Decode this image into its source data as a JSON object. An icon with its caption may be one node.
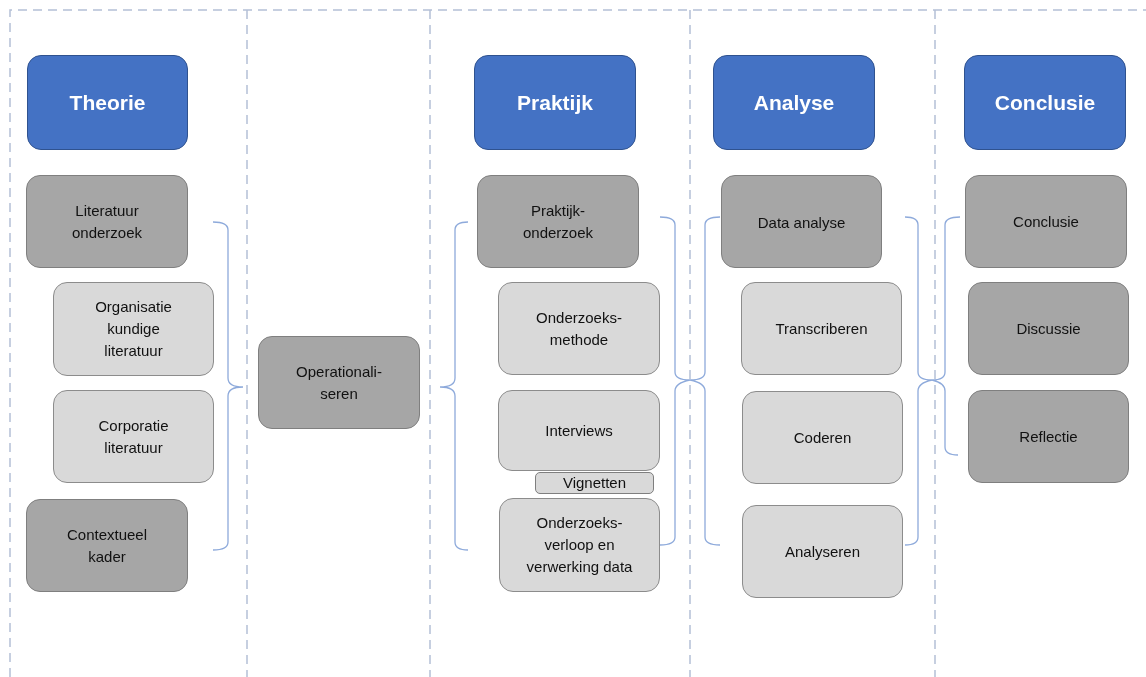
{
  "diagram": {
    "nodes": [
      {
        "text": [
          "Theorie"
        ]
      },
      {
        "text": [
          "Literatuur onderzoek"
        ]
      },
      {
        "text": [
          "Organisatie kundige literatuur"
        ]
      },
      {
        "text": [
          "Corporatie literatuur"
        ]
      },
      {
        "text": [
          "Contextueel kader"
        ]
      },
      {
        "text": [
          "Operationali- seren"
        ]
      },
      {
        "text": [
          "Praktijk"
        ]
      },
      {
        "text": [
          "Praktijk- onderzoek"
        ]
      },
      {
        "text": [
          "Onderzoeks- methode"
        ]
      },
      {
        "text": [
          "Interviews"
        ]
      },
      {
        "text": [
          "Vignetten"
        ]
      },
      {
        "text": [
          "Onderzoeks- verloop en verwerking data"
        ]
      },
      {
        "text": [
          "Analyse"
        ]
      },
      {
        "text": [
          "Data analyse"
        ]
      },
      {
        "text": [
          "Transcriberen"
        ]
      },
      {
        "text": [
          "Coderen"
        ]
      },
      {
        "text": [
          "Analyseren"
        ]
      },
      {
        "text": [
          "Conclusie"
        ]
      },
      {
        "text": [
          "Conclusie"
        ]
      },
      {
        "text": [
          "Discussie"
        ]
      },
      {
        "text": [
          "Reflectie"
        ]
      }
    ]
  }
}
